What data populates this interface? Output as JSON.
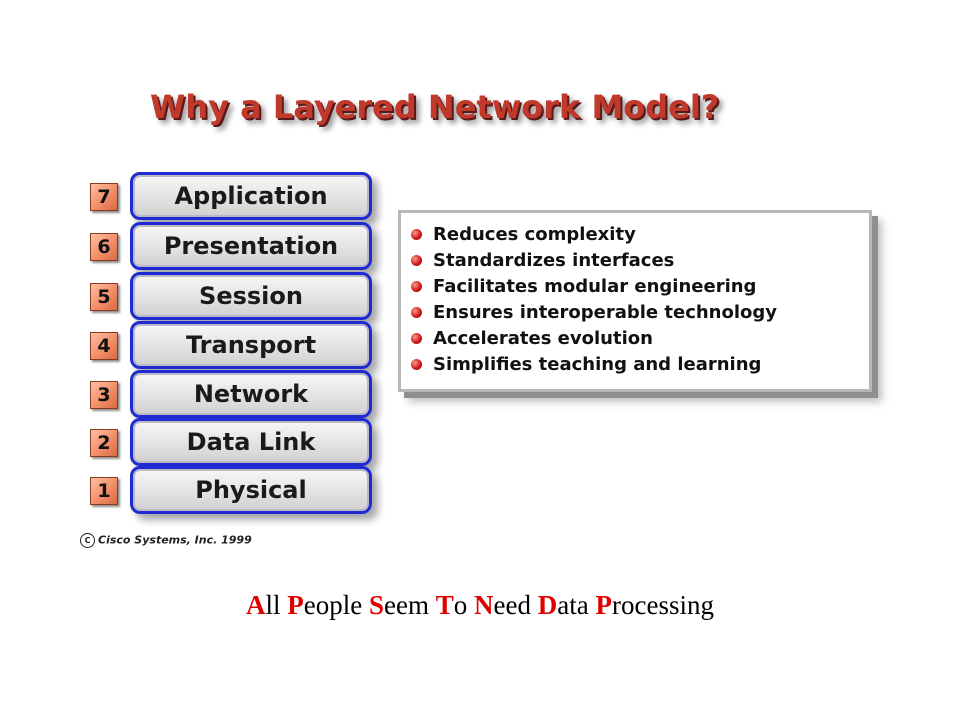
{
  "title": "Why a Layered Network Model?",
  "layers": [
    {
      "number": "7",
      "name": "Application"
    },
    {
      "number": "6",
      "name": "Presentation"
    },
    {
      "number": "5",
      "name": "Session"
    },
    {
      "number": "4",
      "name": "Transport"
    },
    {
      "number": "3",
      "name": "Network"
    },
    {
      "number": "2",
      "name": "Data Link"
    },
    {
      "number": "1",
      "name": "Physical"
    }
  ],
  "benefits": [
    "Reduces complexity",
    "Standardizes interfaces",
    "Facilitates modular engineering",
    "Ensures interoperable technology",
    "Accelerates evolution",
    "Simplifies teaching and learning"
  ],
  "copyright": {
    "icon": "copyright-icon",
    "symbol": "C",
    "text": "Cisco Systems, Inc. 1999"
  },
  "mnemonic": [
    {
      "initial": "A",
      "rest": "ll"
    },
    {
      "initial": "P",
      "rest": "eople"
    },
    {
      "initial": "S",
      "rest": "eem"
    },
    {
      "initial": "T",
      "rest": "o"
    },
    {
      "initial": "N",
      "rest": "eed"
    },
    {
      "initial": "D",
      "rest": "ata"
    },
    {
      "initial": "P",
      "rest": "rocessing"
    }
  ],
  "colors": {
    "title": "#c0392b",
    "layer_border": "#1f2bd0",
    "number_badge": "#f08a64",
    "bullet": "#d11a1a",
    "mnemonic_initial": "#e00000"
  }
}
